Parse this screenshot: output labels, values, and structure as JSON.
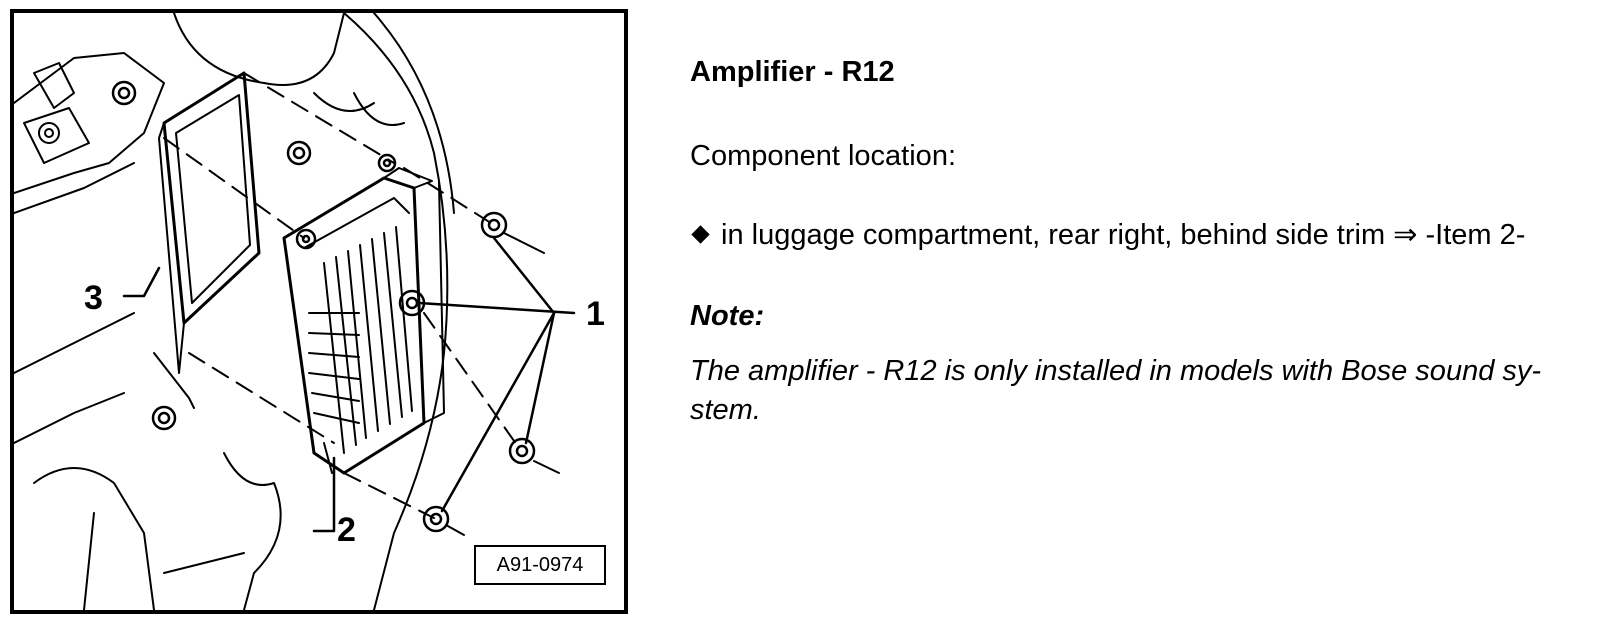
{
  "figure": {
    "callouts": [
      "1",
      "2",
      "3"
    ],
    "figure_id": "A91-0974"
  },
  "section": {
    "title": "Amplifier - R12",
    "location_label": "Component location:",
    "location_items": [
      "in luggage compartment, rear right, behind side trim ⇒ -Item 2-"
    ],
    "note_heading": "Note:",
    "note_text": "The amplifier - R12 is only installed in models with Bose sound sy-\nstem."
  }
}
